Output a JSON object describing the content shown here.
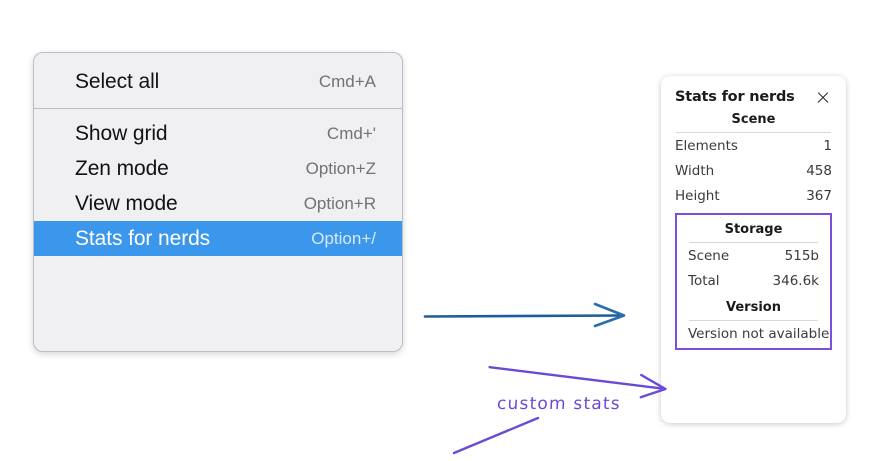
{
  "context_menu": {
    "groups": [
      {
        "items": [
          {
            "label": "Select all",
            "shortcut": "Cmd+A",
            "selected": false
          }
        ]
      },
      {
        "items": [
          {
            "label": "Show grid",
            "shortcut": "Cmd+'",
            "selected": false
          },
          {
            "label": "Zen mode",
            "shortcut": "Option+Z",
            "selected": false
          },
          {
            "label": "View mode",
            "shortcut": "Option+R",
            "selected": false
          },
          {
            "label": "Stats for nerds",
            "shortcut": "Option+/",
            "selected": true
          }
        ]
      }
    ],
    "highlight_color": "#3b97ec"
  },
  "stats_panel": {
    "title": "Stats for nerds",
    "close_icon": "close-icon",
    "sections": [
      {
        "heading": "Scene",
        "rows": [
          {
            "key": "Elements",
            "value": "1"
          },
          {
            "key": "Width",
            "value": "458"
          },
          {
            "key": "Height",
            "value": "367"
          }
        ]
      },
      {
        "heading": "Storage",
        "rows": [
          {
            "key": "Scene",
            "value": "515b"
          },
          {
            "key": "Total",
            "value": "346.6k"
          }
        ]
      },
      {
        "heading": "Version",
        "text": "Version not available"
      }
    ],
    "highlight_border_color": "#7a4fdc"
  },
  "annotations": {
    "blue_arrow": {
      "name": "blue-arrow",
      "color": "#1f5c9e"
    },
    "purple_note": {
      "text": "custom stats",
      "color": "#6b4bd6"
    }
  }
}
